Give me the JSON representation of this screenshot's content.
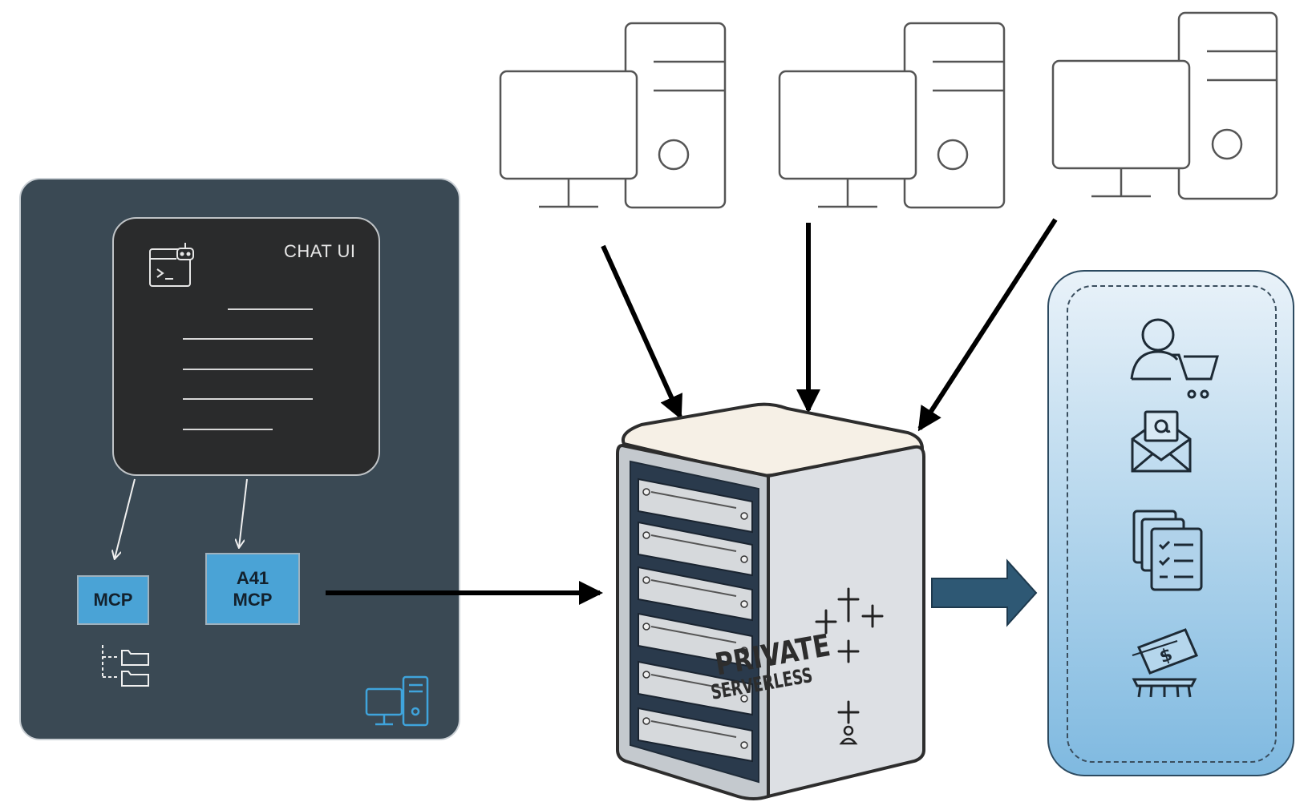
{
  "chat_ui": {
    "title": "CHAT UI"
  },
  "mcp": {
    "label": "MCP"
  },
  "a41_mcp": {
    "line1": "A41",
    "line2": "MCP"
  },
  "server": {
    "line1": "PRIVATE",
    "line2": "SERVERLESS"
  },
  "clients": [
    {
      "icon": "desktop-computer-icon"
    },
    {
      "icon": "desktop-computer-icon"
    },
    {
      "icon": "desktop-computer-icon"
    }
  ],
  "services": [
    {
      "icon": "user-shopping-cart-icon"
    },
    {
      "icon": "email-icon"
    },
    {
      "icon": "checklist-documents-icon"
    },
    {
      "icon": "payment-icon"
    }
  ],
  "colors": {
    "panel_dark": "#3a4954",
    "chat_bg": "#2a2b2c",
    "mcp_blue": "#4aa3d6",
    "accent_arrow": "#2e5874",
    "services_bg": "#a9d0ea"
  }
}
